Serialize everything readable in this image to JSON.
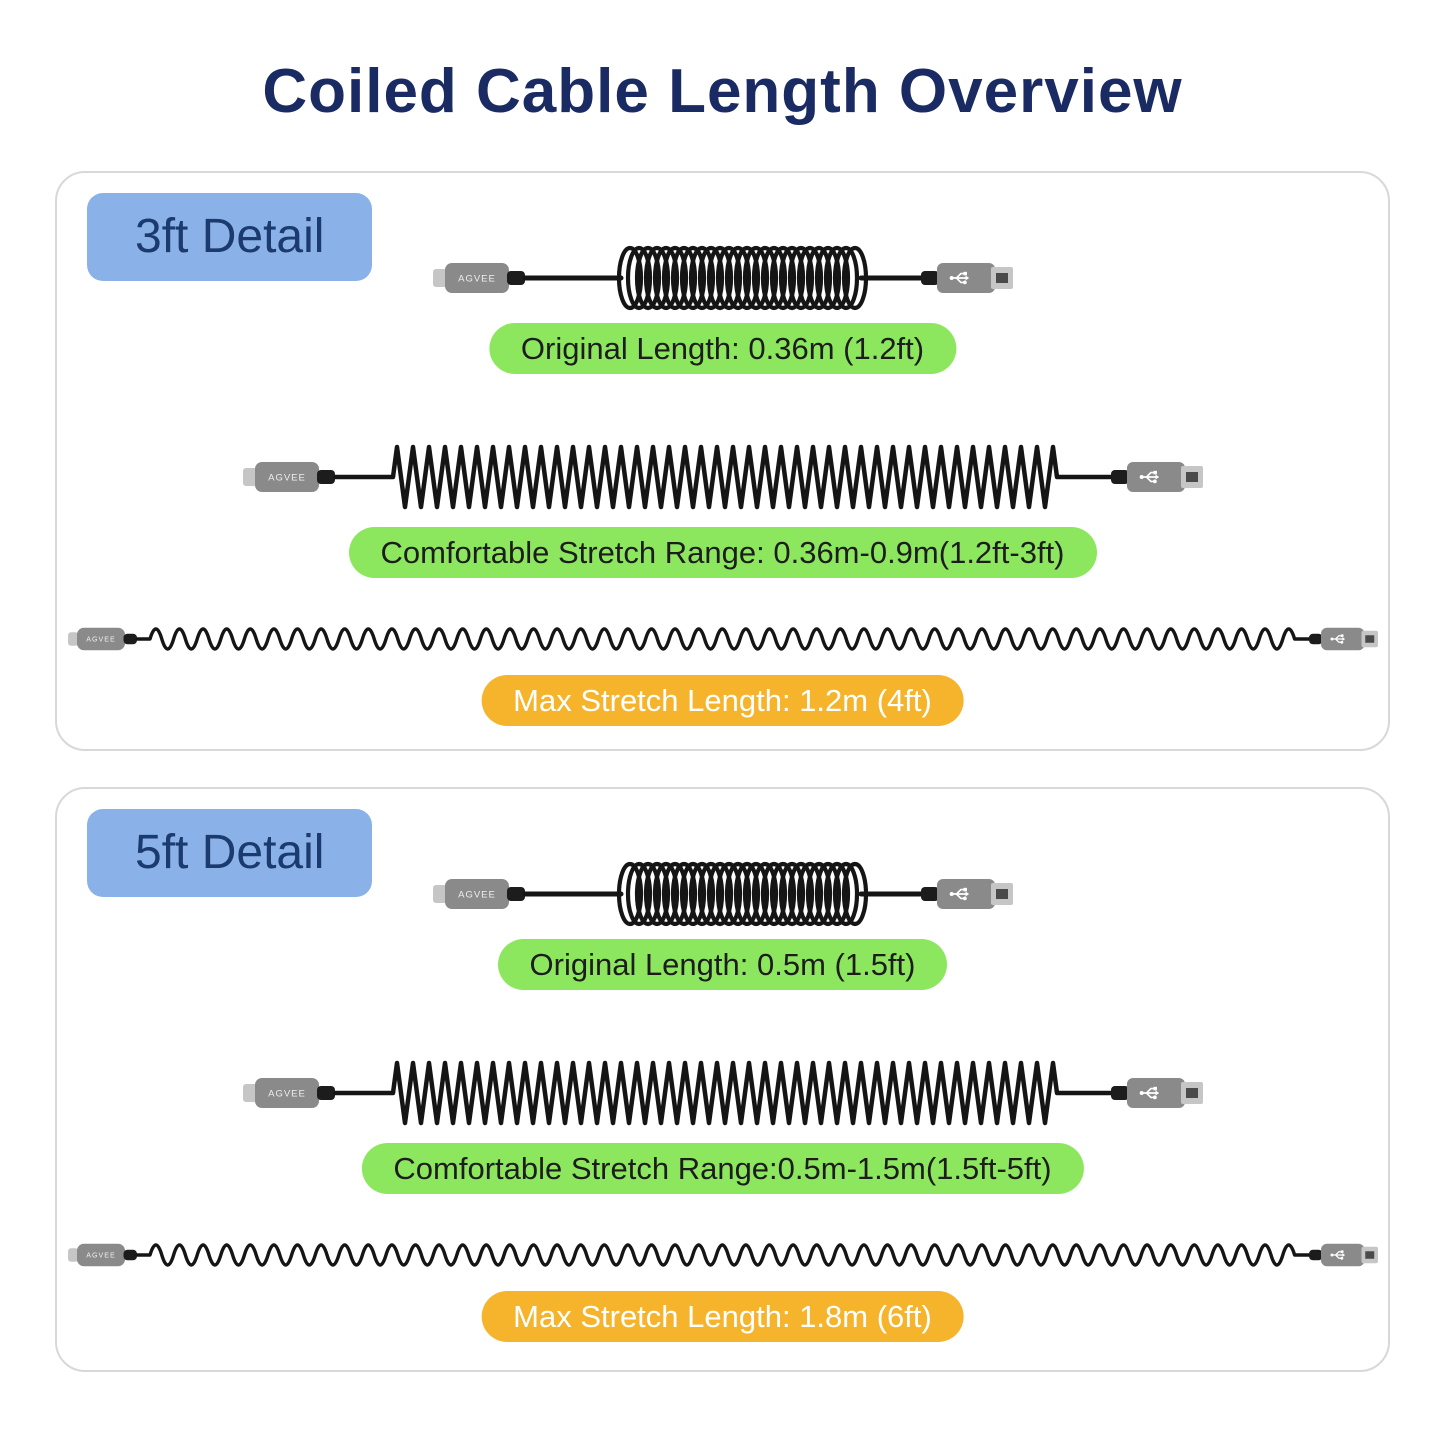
{
  "page": {
    "title": "Coiled Cable Length Overview"
  },
  "connector_brand": "AGVEE",
  "colors": {
    "title_text": "#1a2a63",
    "panel_border": "#d8d8d8",
    "badge_bg": "#8ab2e8",
    "badge_text": "#1b3a6e",
    "pill_green_bg": "#8ce75f",
    "pill_green_text": "#1d1d1d",
    "pill_orange_bg": "#f5b42c",
    "pill_orange_text": "#ffffff",
    "cable_stroke": "#151515",
    "connector_body": "#8a8a8a",
    "connector_tip": "#c6c6c6",
    "connector_boot": "#1c1c1c",
    "brand_text": "#eeeeee"
  },
  "panels": [
    {
      "badge": "3ft Detail",
      "rows": [
        {
          "label": "Original Length: 0.36m (1.2ft)",
          "pill": "green",
          "cable": "compact"
        },
        {
          "label": "Comfortable Stretch Range: 0.36m-0.9m(1.2ft-3ft)",
          "pill": "green",
          "cable": "stretched"
        },
        {
          "label": "Max Stretch Length: 1.2m (4ft)",
          "pill": "orange",
          "cable": "max"
        }
      ]
    },
    {
      "badge": "5ft Detail",
      "rows": [
        {
          "label": "Original Length: 0.5m (1.5ft)",
          "pill": "green",
          "cable": "compact"
        },
        {
          "label": "Comfortable Stretch Range:0.5m-1.5m(1.5ft-5ft)",
          "pill": "green",
          "cable": "stretched"
        },
        {
          "label": "Max Stretch Length: 1.8m (6ft)",
          "pill": "orange",
          "cable": "max"
        }
      ]
    }
  ]
}
